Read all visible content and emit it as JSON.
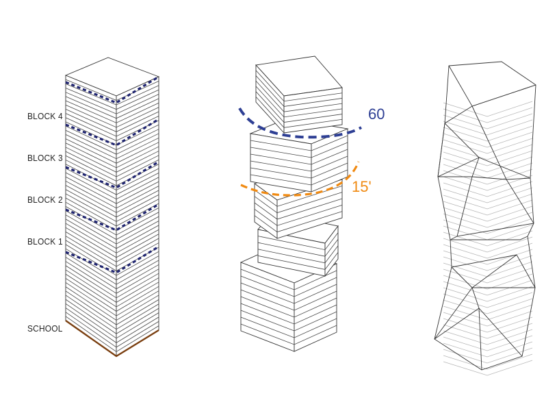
{
  "labels": {
    "block4": "BLOCK 4",
    "block3": "BLOCK 3",
    "block2": "BLOCK 2",
    "block1": "BLOCK 1",
    "school": "SCHOOL"
  },
  "angles": {
    "upper": "60",
    "lower": "15'"
  },
  "colors": {
    "upper_arc": "#2e3f94",
    "lower_arc": "#f08a12",
    "block_divider": "#1f2470",
    "base": "#7a3f10",
    "line": "#333333",
    "faint_line": "#b5b5b5"
  }
}
